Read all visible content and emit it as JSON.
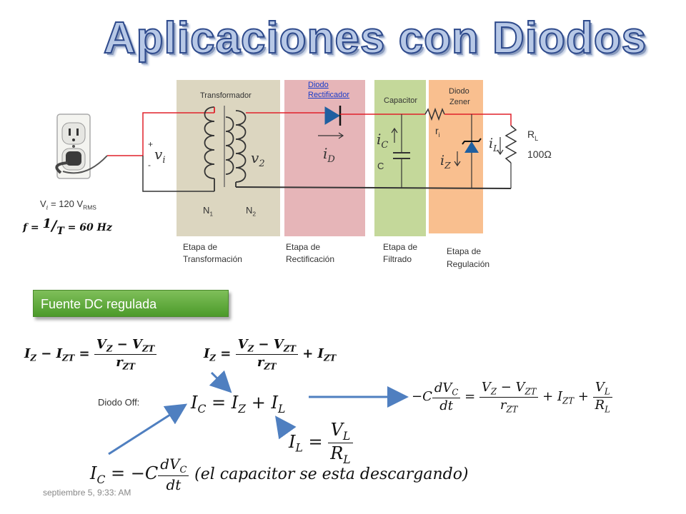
{
  "title": "Aplicaciones con Diodos",
  "stages": {
    "transformer": {
      "top_label": "Transformador",
      "bottom_label_1": "Etapa de",
      "bottom_label_2": "Transformación",
      "color": "#dcd6c0"
    },
    "rectifier": {
      "top_label_1": "Diodo",
      "top_label_2": "Rectificador",
      "bottom_label_1": "Etapa de",
      "bottom_label_2": "Rectificación",
      "color": "#e6b5b8"
    },
    "filter": {
      "top_label": "Capacitor",
      "bottom_label_1": "Etapa de",
      "bottom_label_2": "Filtrado",
      "color": "#c4d89a"
    },
    "regulator": {
      "top_label_1": "Diodo",
      "top_label_2": "Zener",
      "bottom_label_1": "Etapa de",
      "bottom_label_2": "Regulación",
      "color": "#f9bf8f"
    }
  },
  "circuit": {
    "plus": "+",
    "minus": "-",
    "vi": "v",
    "vi_sub": "i",
    "v2": "v",
    "v2_sub": "2",
    "n1": "N",
    "n1_sub": "1",
    "n2": "N",
    "n2_sub": "2",
    "id": "i",
    "id_sub": "D",
    "ic": "i",
    "ic_sub": "C",
    "c": "C",
    "ri": "r",
    "ri_sub": "i",
    "iz": "i",
    "iz_sub": "Z",
    "il": "i",
    "il_sub": "L",
    "rl": "R",
    "rl_sub": "L",
    "rl_value": "100Ω",
    "source_prefix": "V",
    "source_sub": "i",
    "source_eq": " = 120 V",
    "source_rms": "RMS",
    "freq_lhs": "f",
    "freq_eq": " = ",
    "freq_num": "1",
    "freq_den": "T",
    "freq_rhs": " = 60 Hz"
  },
  "button": {
    "label": "Fuente DC regulada"
  },
  "equations": {
    "diodo_off": "Diodo Off:",
    "eq1_lhs": "I",
    "eq1_lhs_sub1": "Z",
    "eq1_minus": " − I",
    "eq1_lhs_sub2": "ZT",
    "eq1_num": "V",
    "eq1_num_sub1": "Z",
    "eq1_num_mid": " − V",
    "eq1_num_sub2": "ZT",
    "eq1_den": "r",
    "eq1_den_sub": "ZT",
    "eq2_lhs": "I",
    "eq2_lhs_sub": "Z",
    "eq2_tail": " + I",
    "eq2_tail_sub": "ZT",
    "eq3_lhs": "I",
    "eq3_lhs_sub": "C",
    "eq3_mid": " = I",
    "eq3_mid_sub": "Z",
    "eq3_plus": " + I",
    "eq3_plus_sub": "L",
    "eq4_lhs": "I",
    "eq4_lhs_sub": "L",
    "eq4_num": "V",
    "eq4_num_sub": "L",
    "eq4_den": "R",
    "eq4_den_sub": "L",
    "eq5_lhs": "−C",
    "eq5_dnum": "dV",
    "eq5_dnum_sub": "C",
    "eq5_dden": "dt",
    "eq5_plus_izt": " + I",
    "eq5_plus_izt_sub": "ZT",
    "eq5_plus": " + ",
    "eq6_lhs": "I",
    "eq6_lhs_sub": "C",
    "eq6_mid": " = −C",
    "eq6_text": "(el capacitor se esta descargando)"
  },
  "footer": "septiembre 5, 9:33: AM",
  "colors": {
    "wire_red": "#e0202a",
    "wire_dark": "#333333",
    "arrow_blue": "#4f7fc0"
  }
}
